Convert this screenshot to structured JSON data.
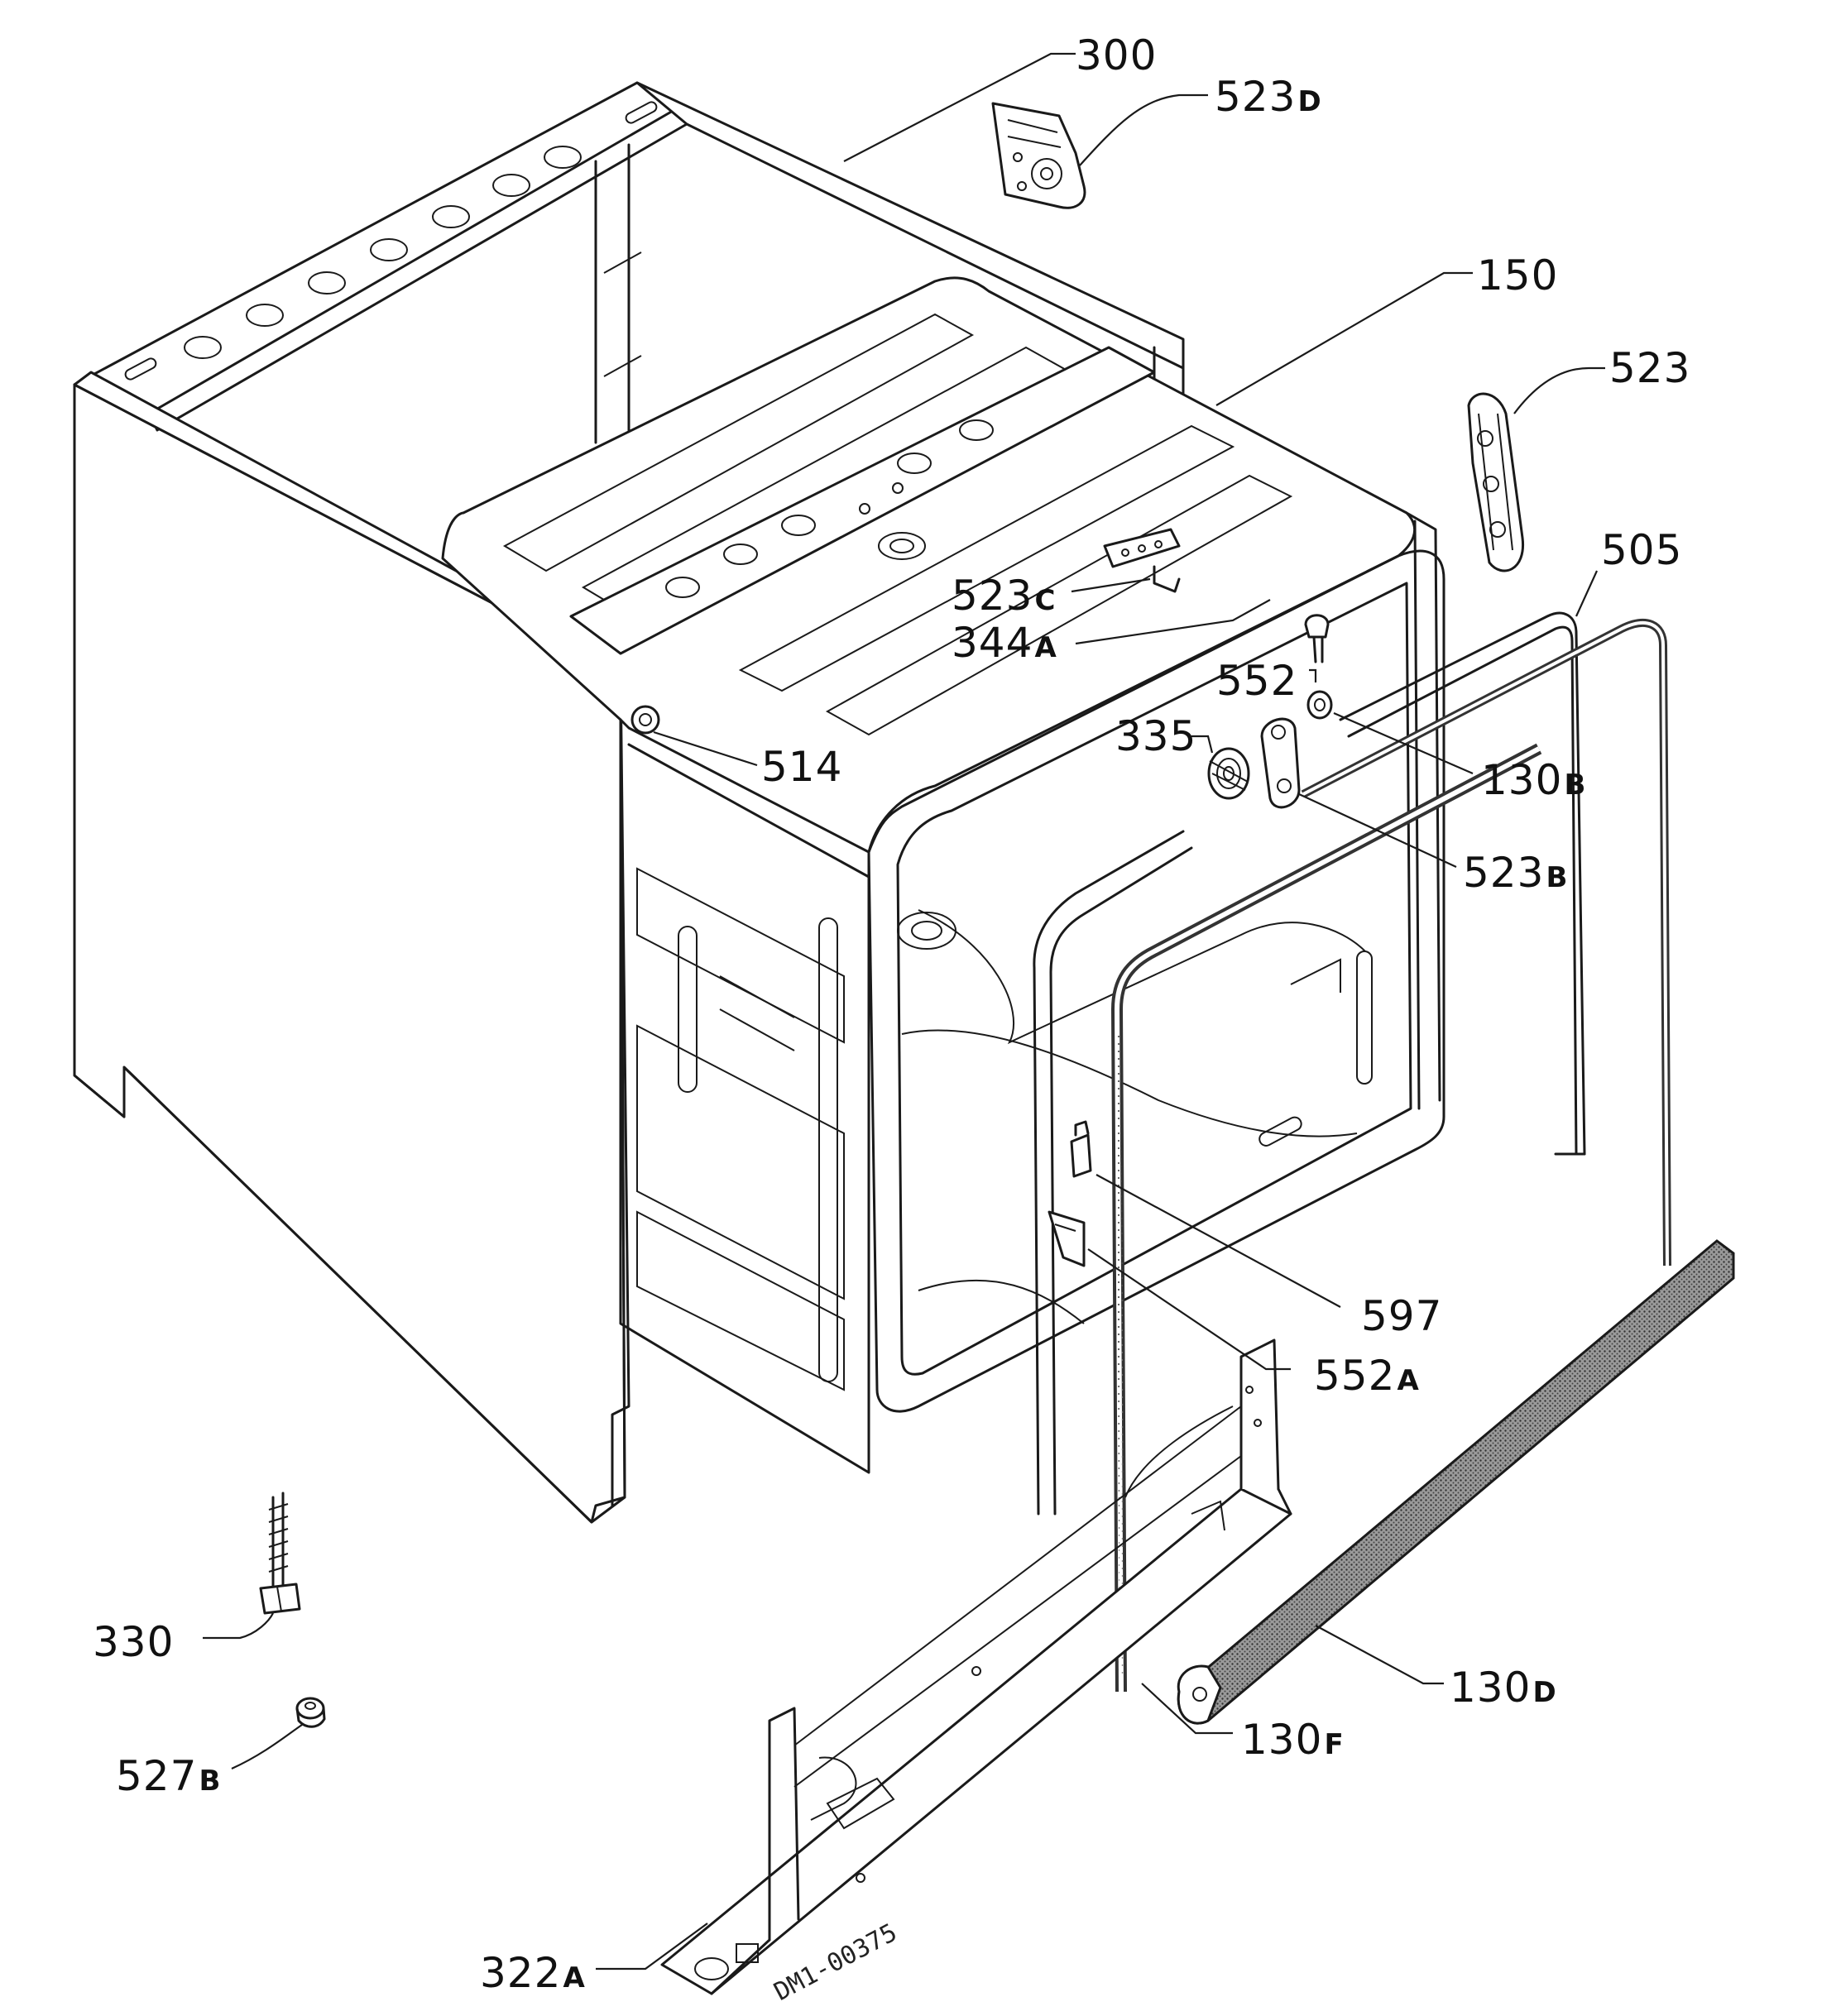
{
  "labels": [
    {
      "id": "300",
      "num": "300",
      "suf": ""
    },
    {
      "id": "523D",
      "num": "523",
      "suf": "D"
    },
    {
      "id": "150",
      "num": "150",
      "suf": ""
    },
    {
      "id": "523",
      "num": "523",
      "suf": ""
    },
    {
      "id": "505",
      "num": "505",
      "suf": ""
    },
    {
      "id": "523C",
      "num": "523",
      "suf": "C"
    },
    {
      "id": "344A",
      "num": "344",
      "suf": "A"
    },
    {
      "id": "552",
      "num": "552",
      "suf": ""
    },
    {
      "id": "335",
      "num": "335",
      "suf": ""
    },
    {
      "id": "514",
      "num": "514",
      "suf": ""
    },
    {
      "id": "130B",
      "num": "130",
      "suf": "B"
    },
    {
      "id": "523B",
      "num": "523",
      "suf": "B"
    },
    {
      "id": "597",
      "num": "597",
      "suf": ""
    },
    {
      "id": "552A",
      "num": "552",
      "suf": "A"
    },
    {
      "id": "330",
      "num": "330",
      "suf": ""
    },
    {
      "id": "130D",
      "num": "130",
      "suf": "D"
    },
    {
      "id": "130F",
      "num": "130",
      "suf": "F"
    },
    {
      "id": "527B",
      "num": "527",
      "suf": "B"
    },
    {
      "id": "322A",
      "num": "322",
      "suf": "A"
    }
  ],
  "drawing_code": "DM1-00375"
}
